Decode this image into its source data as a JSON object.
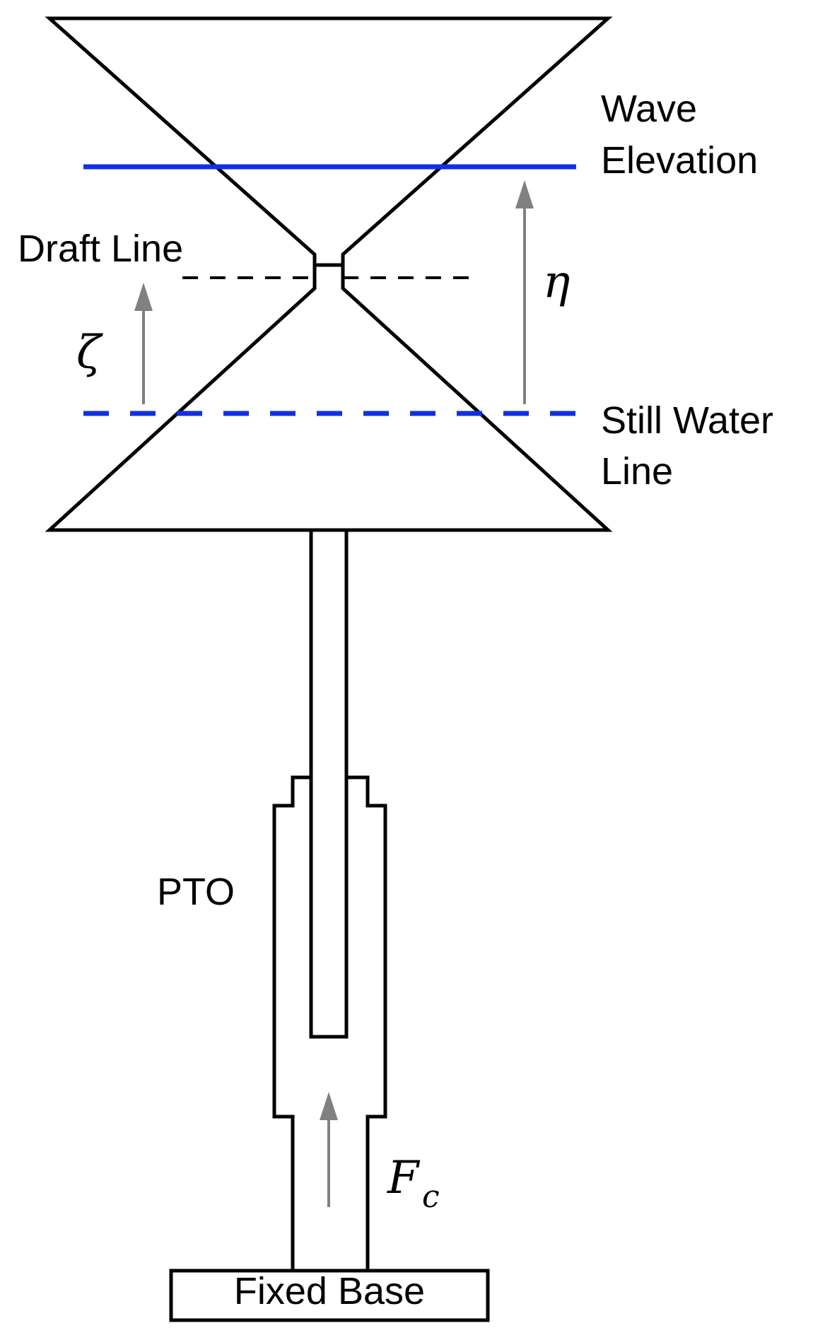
{
  "labels": {
    "wave_elevation_line1": "Wave",
    "wave_elevation_line2": "Elevation",
    "draft_line": "Draft Line",
    "still_water_line1": "Still Water",
    "still_water_line2": "Line",
    "pto": "PTO",
    "fixed_base": "Fixed Base",
    "eta": "η",
    "zeta": "ζ",
    "force_main": "F",
    "force_sub": "c"
  },
  "colors": {
    "outline": "#000000",
    "water_line": "#1030e0",
    "arrow": "#808080",
    "background": "#ffffff"
  }
}
